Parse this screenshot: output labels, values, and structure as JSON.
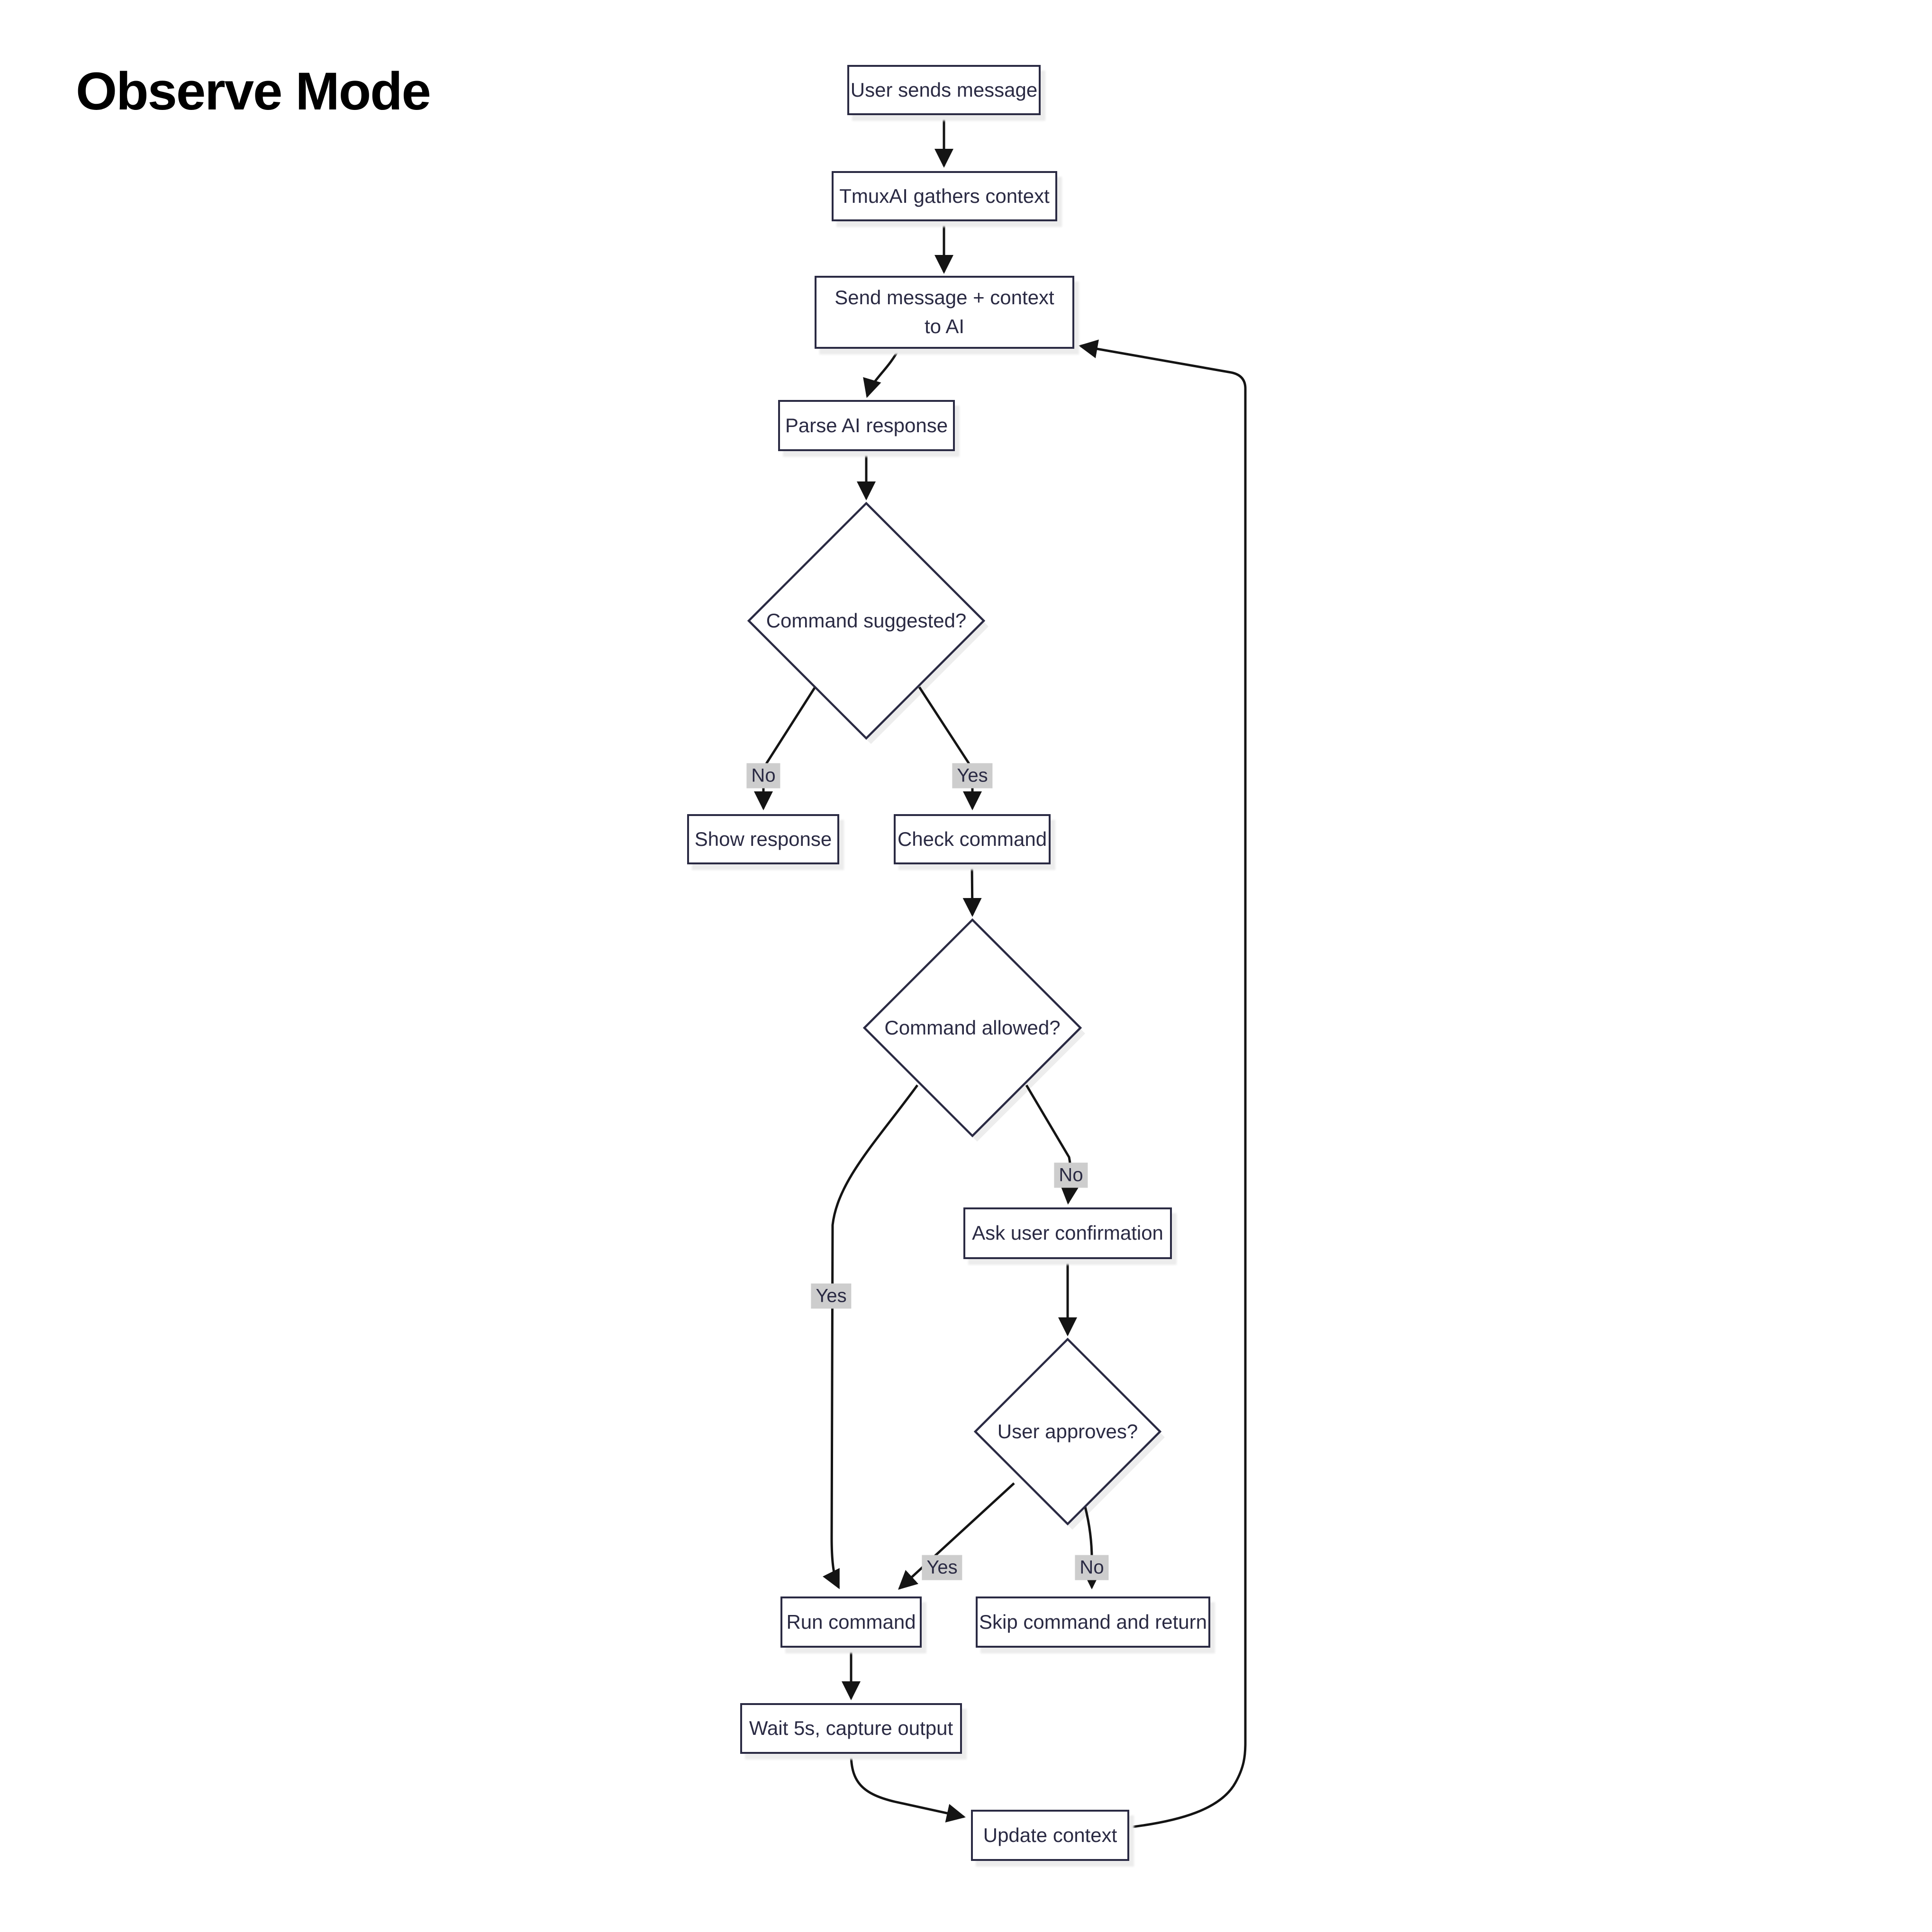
{
  "title": "Observe Mode",
  "nodes": {
    "user_sends_message": "User sends message",
    "tmuxai_gathers_context": "TmuxAI gathers context",
    "send_message_context": "Send message + context to AI",
    "parse_ai_response": "Parse AI response",
    "show_response": "Show response",
    "check_command": "Check command",
    "ask_user_confirmation": "Ask user confirmation",
    "run_command": "Run command",
    "skip_command_and_return": "Skip command and return",
    "wait_capture_output": "Wait 5s, capture output",
    "update_context": "Update context"
  },
  "decisions": {
    "command_suggested": "Command suggested?",
    "command_allowed": "Command allowed?",
    "user_approves": "User approves?"
  },
  "edge_labels": {
    "command_suggested_no": "No",
    "command_suggested_yes": "Yes",
    "command_allowed_no": "No",
    "command_allowed_yes": "Yes",
    "user_approves_yes": "Yes",
    "user_approves_no": "No"
  },
  "colors": {
    "node_border": "#2a2a43",
    "node_fill": "#ffffff",
    "node_text": "#2a2a43",
    "edge": "#141414",
    "edge_label_bg": "#cdcdcd",
    "title": "#000000",
    "shadow": "#ececec"
  }
}
